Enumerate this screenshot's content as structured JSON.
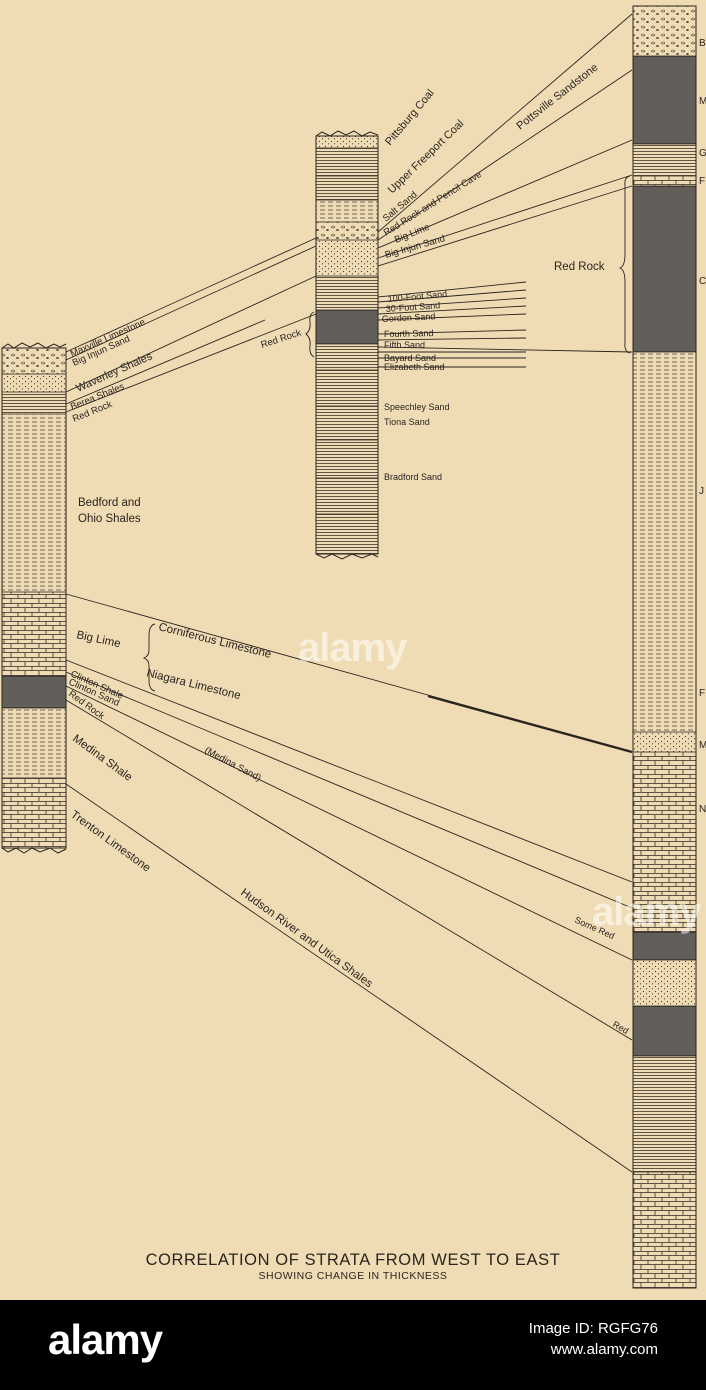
{
  "caption": {
    "title": "CORRELATION OF STRATA FROM WEST TO EAST",
    "subtitle": "SHOWING CHANGE IN THICKNESS"
  },
  "west_labels": {
    "maxville": "Maxville Limestone",
    "big_injun": "Big Injun Sand",
    "waverley": "Waverley Shales",
    "berea": "Berea Shales",
    "red_rock": "Red Rock",
    "bedford_1": "Bedford and",
    "bedford_2": "Ohio Shales",
    "big_lime": "Big Lime",
    "corniferous": "Corniferous Limestone",
    "niagara": "Niagara Limestone",
    "clinton_shale": "Clinton Shale",
    "clinton_sand": "Clinton Sand",
    "red_rock_2": "Red Rock",
    "medina_shale": "Medina Shale",
    "medina_sand": "(Medina Sand)",
    "trenton": "Trenton Limestone",
    "hudson": "Hudson River and Utica Shales"
  },
  "middle_labels": {
    "pittsburg": "Pittsburg Coal",
    "upper_freeport": "Upper Freeport Coal",
    "pottsville": "Pottsville Sandstone",
    "salt_sand": "Salt Sand",
    "red_rock_pencil": "Red Rock and Pencil Cave",
    "big_lime": "Big Lime",
    "big_injun": "Big Injun Sand",
    "red_rock": "Red Rock",
    "foot_100": "100-Foot Sand",
    "foot_30": "30-Foot Sand",
    "gordon": "Gordon Sand",
    "fourth": "Fourth Sand",
    "fifth": "Fifth Sand",
    "bayard": "Bayard Sand",
    "elizabeth": "Elizabeth Sand",
    "speechley": "Speechley Sand",
    "tiona": "Tiona Sand",
    "bradford": "Bradford Sand"
  },
  "east_labels": {
    "red_rock": "Red Rock",
    "some_red": "Some Red",
    "red": "Red"
  },
  "edge_letters": [
    "B",
    "M",
    "G",
    "F",
    "C",
    "J",
    "F",
    "M",
    "N"
  ],
  "watermark": "alamy",
  "footer": {
    "logo": "alamy",
    "image_id": "Image ID: RGFG76",
    "url": "www.alamy.com"
  },
  "colors": {
    "paper": "#efdcb4",
    "ink": "#2a2420",
    "footer_bg": "#000000"
  }
}
